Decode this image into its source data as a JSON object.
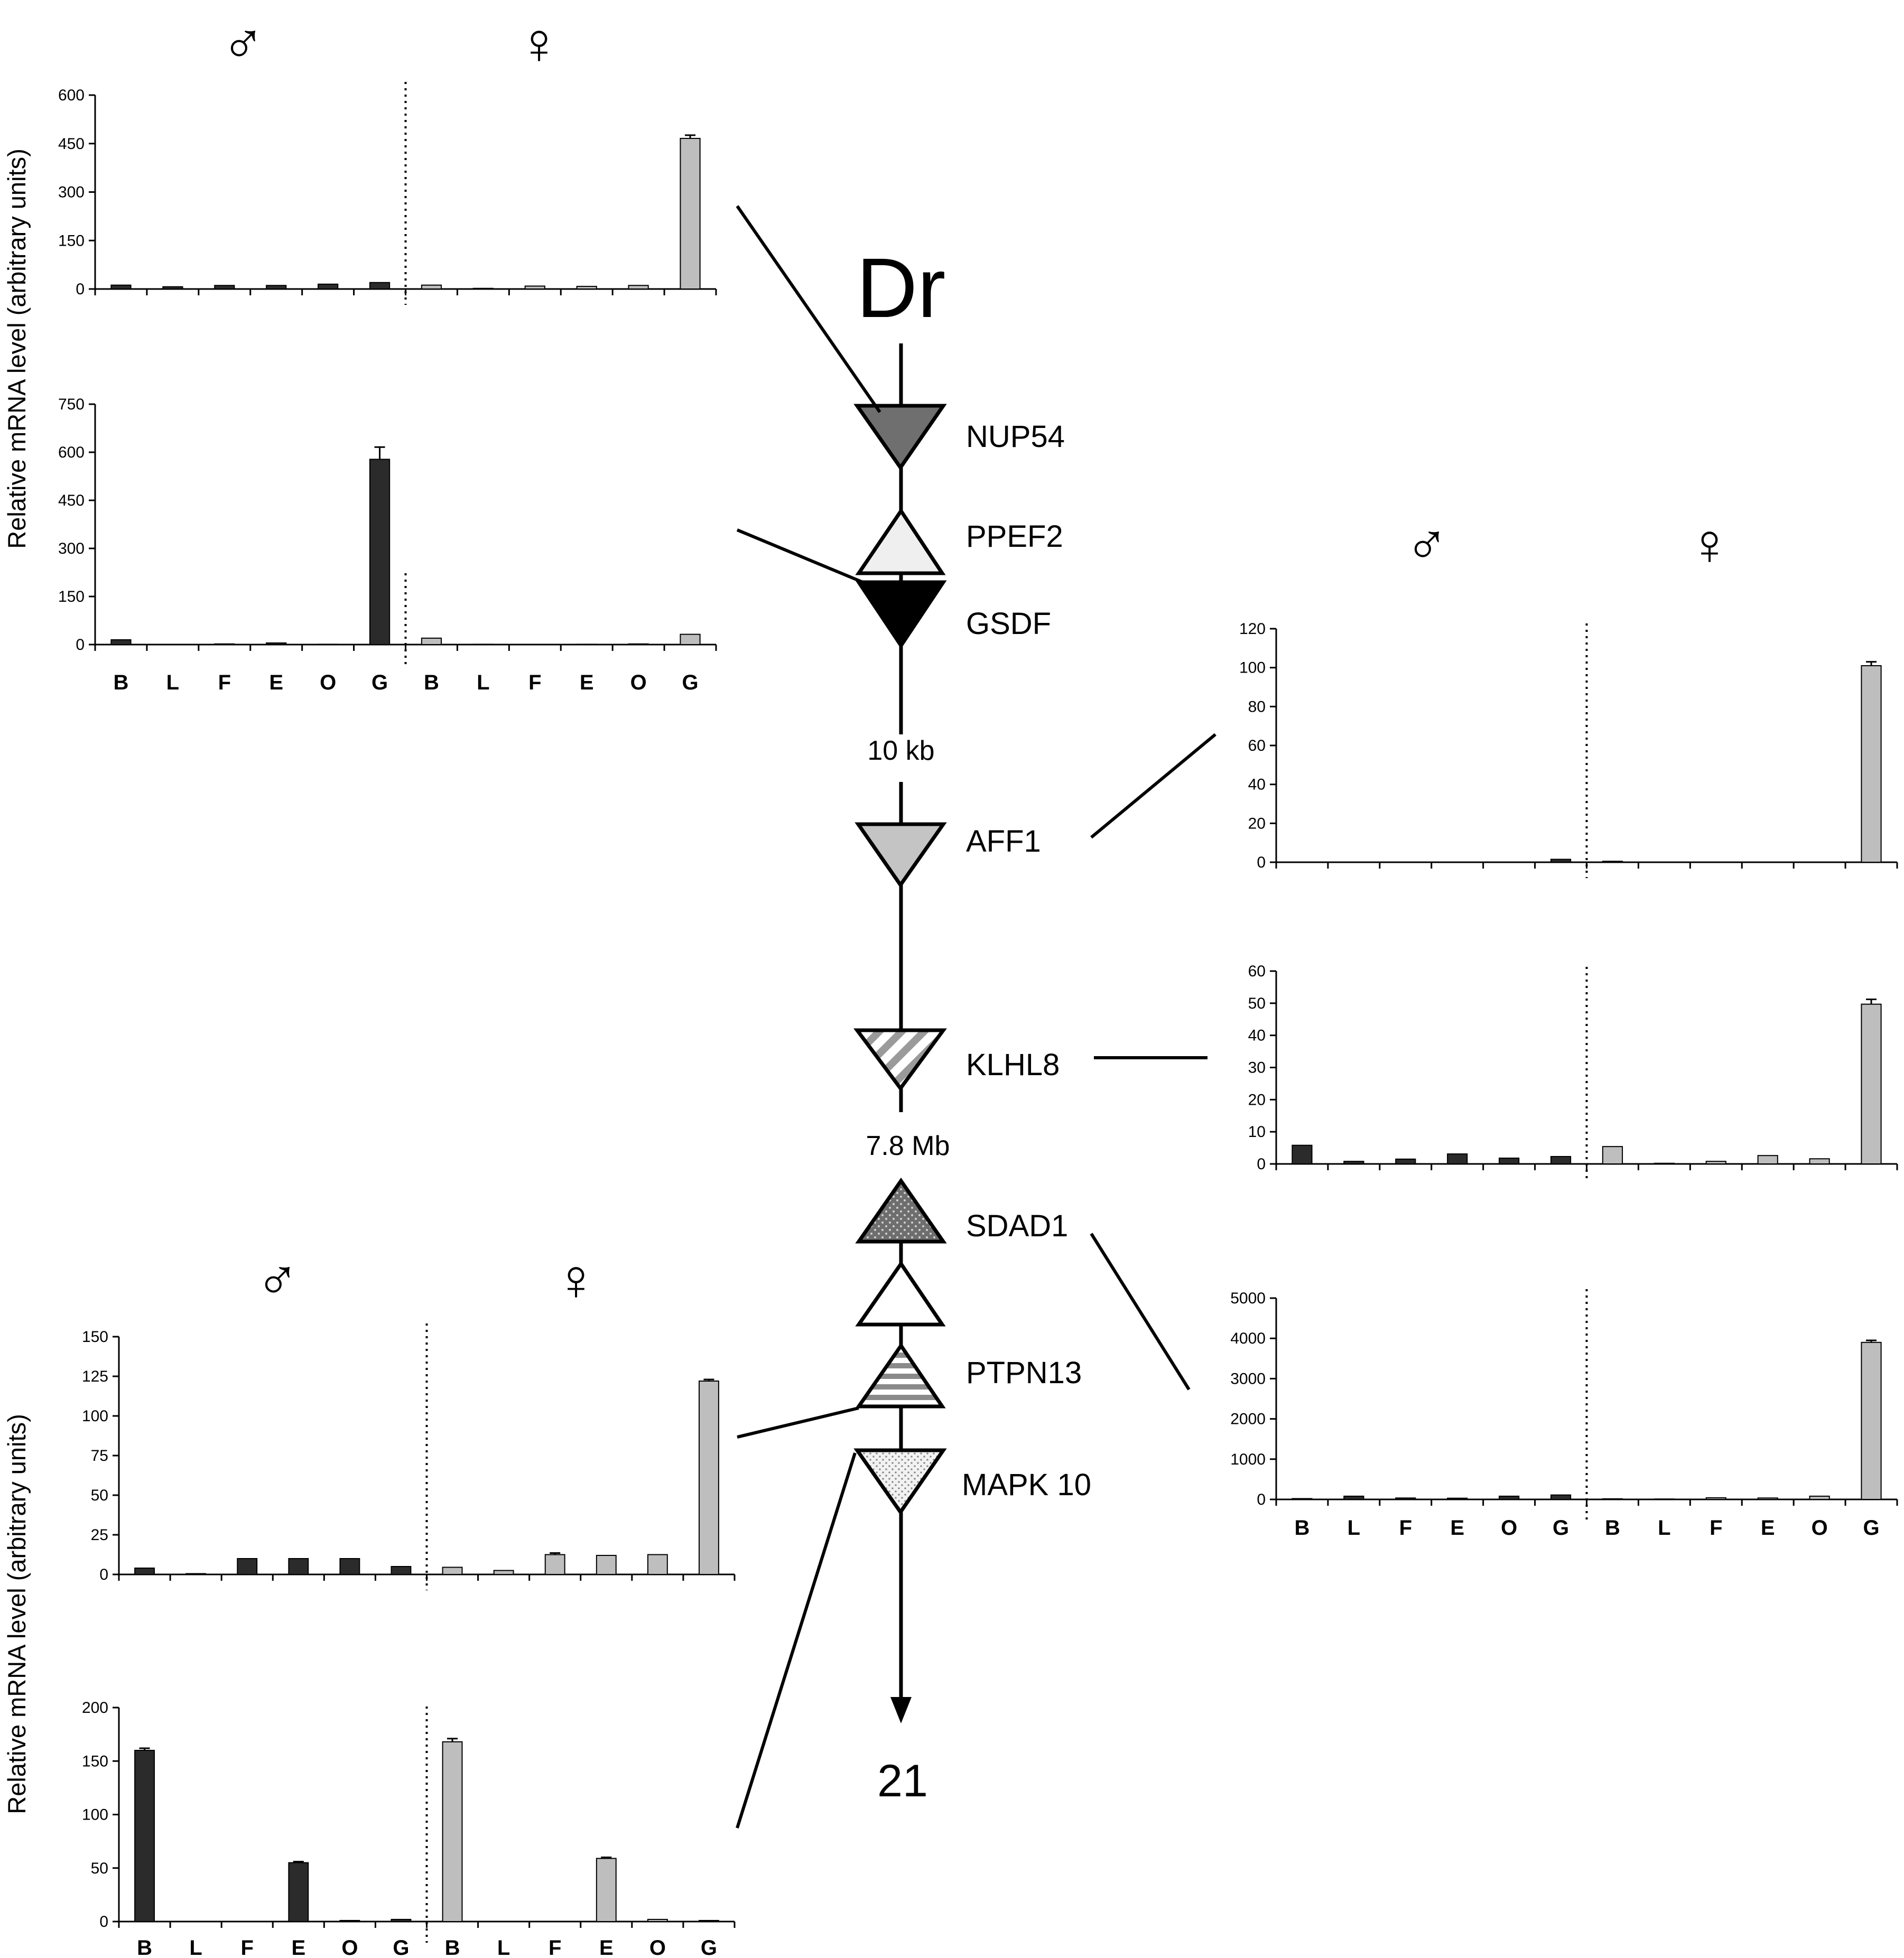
{
  "chromosome": {
    "title": "Dr",
    "end_label": "21",
    "genes": [
      {
        "name": "NUP54",
        "pattern": "dark-gray",
        "orientation": "down"
      },
      {
        "name": "PPEF2",
        "pattern": "light-gray",
        "orientation": "up"
      },
      {
        "name": "GSDF",
        "pattern": "black",
        "orientation": "down"
      },
      {
        "name": "AFF1",
        "pattern": "mid-gray",
        "orientation": "down"
      },
      {
        "name": "KLHL8",
        "pattern": "diagonal-stripes",
        "orientation": "down"
      },
      {
        "name": "SDAD1",
        "pattern": "dark-dots",
        "orientation": "up"
      },
      {
        "name": "",
        "pattern": "white",
        "orientation": "up"
      },
      {
        "name": "PTPN13",
        "pattern": "horizontal-stripes",
        "orientation": "up"
      },
      {
        "name": "MAPK 10",
        "pattern": "light-dots",
        "orientation": "down"
      }
    ],
    "distances": [
      "10 kb",
      "7.8 Mb"
    ]
  },
  "sex_symbols": {
    "male": "♂",
    "female": "♀"
  },
  "colors": {
    "male_bar": "#2b2b2b",
    "female_bar": "#bebebe",
    "axis": "#000000"
  },
  "ylabel": "Relative mRNA level (arbitrary units)",
  "chart_data": [
    {
      "type": "bar",
      "gene": "NUP54",
      "categories": [
        "B",
        "L",
        "F",
        "E",
        "O",
        "G",
        "B",
        "L",
        "F",
        "E",
        "O",
        "G"
      ],
      "series": [
        {
          "name": "♂",
          "values": [
            12,
            7,
            11,
            11,
            15,
            20,
            null,
            null,
            null,
            null,
            null,
            null
          ]
        },
        {
          "name": "♀",
          "values": [
            null,
            null,
            null,
            null,
            null,
            null,
            12,
            2,
            9,
            8,
            11,
            466
          ]
        }
      ],
      "error": [
        0,
        0,
        0,
        0,
        0,
        0,
        0,
        0,
        0,
        0,
        0,
        10
      ],
      "yticks": [
        0,
        150,
        300,
        450,
        600
      ],
      "ylim": [
        0,
        600
      ]
    },
    {
      "type": "bar",
      "gene": "GSDF",
      "categories": [
        "B",
        "L",
        "F",
        "E",
        "O",
        "G",
        "B",
        "L",
        "F",
        "E",
        "O",
        "G"
      ],
      "series": [
        {
          "name": "♂",
          "values": [
            15,
            0,
            2,
            5,
            1,
            578,
            null,
            null,
            null,
            null,
            null,
            null
          ]
        },
        {
          "name": "♀",
          "values": [
            null,
            null,
            null,
            null,
            null,
            null,
            20,
            1,
            0,
            1,
            2,
            32
          ]
        }
      ],
      "error": [
        0,
        0,
        0,
        0,
        0,
        38,
        0,
        0,
        0,
        0,
        0,
        0
      ],
      "yticks": [
        0,
        150,
        300,
        450,
        600,
        750
      ],
      "ylim": [
        0,
        750
      ]
    },
    {
      "type": "bar",
      "gene": "AFF1",
      "categories": [
        "B",
        "L",
        "F",
        "E",
        "O",
        "G",
        "B",
        "L",
        "F",
        "E",
        "O",
        "G"
      ],
      "series": [
        {
          "name": "♂",
          "values": [
            0,
            0,
            0,
            0,
            0,
            1.5,
            null,
            null,
            null,
            null,
            null,
            null
          ]
        },
        {
          "name": "♀",
          "values": [
            null,
            null,
            null,
            null,
            null,
            null,
            0.5,
            0,
            0,
            0,
            0,
            101
          ]
        }
      ],
      "error": [
        0,
        0,
        0,
        0,
        0,
        0,
        0,
        0,
        0,
        0,
        0,
        2
      ],
      "yticks": [
        0,
        20,
        40,
        60,
        80,
        100,
        120
      ],
      "ylim": [
        0,
        120
      ]
    },
    {
      "type": "bar",
      "gene": "KLHL8",
      "categories": [
        "B",
        "L",
        "F",
        "E",
        "O",
        "G",
        "B",
        "L",
        "F",
        "E",
        "O",
        "G"
      ],
      "series": [
        {
          "name": "♂",
          "values": [
            5.8,
            0.8,
            1.5,
            3.1,
            1.8,
            2.3,
            null,
            null,
            null,
            null,
            null,
            null
          ]
        },
        {
          "name": "♀",
          "values": [
            null,
            null,
            null,
            null,
            null,
            null,
            5.4,
            0.2,
            0.8,
            2.6,
            1.6,
            49.7
          ]
        }
      ],
      "error": [
        0,
        0,
        0,
        0,
        0,
        0,
        0,
        0,
        0,
        0,
        0,
        1.5
      ],
      "yticks": [
        0,
        10,
        20,
        30,
        40,
        50,
        60
      ],
      "ylim": [
        0,
        60
      ]
    },
    {
      "type": "bar",
      "gene": "SDAD1",
      "categories": [
        "B",
        "L",
        "F",
        "E",
        "O",
        "G",
        "B",
        "L",
        "F",
        "E",
        "O",
        "G"
      ],
      "series": [
        {
          "name": "♂",
          "values": [
            20,
            80,
            35,
            30,
            80,
            110,
            null,
            null,
            null,
            null,
            null,
            null
          ]
        },
        {
          "name": "♀",
          "values": [
            null,
            null,
            null,
            null,
            null,
            null,
            15,
            10,
            40,
            35,
            80,
            3900
          ]
        }
      ],
      "error": [
        0,
        0,
        0,
        0,
        0,
        0,
        0,
        0,
        0,
        0,
        0,
        50
      ],
      "yticks": [
        0,
        1000,
        2000,
        3000,
        4000,
        5000
      ],
      "ylim": [
        0,
        5000
      ]
    },
    {
      "type": "bar",
      "gene": "PTPN13",
      "categories": [
        "B",
        "L",
        "F",
        "E",
        "O",
        "G",
        "B",
        "L",
        "F",
        "E",
        "O",
        "G"
      ],
      "series": [
        {
          "name": "♂",
          "values": [
            4,
            0.5,
            10,
            10,
            10,
            5,
            null,
            null,
            null,
            null,
            null,
            null
          ]
        },
        {
          "name": "♀",
          "values": [
            null,
            null,
            null,
            null,
            null,
            null,
            4.5,
            2.5,
            12.5,
            12,
            12.5,
            122
          ]
        }
      ],
      "error": [
        0,
        0,
        0,
        0,
        0,
        0,
        0,
        0,
        1,
        0,
        0,
        1
      ],
      "yticks": [
        0,
        25,
        50,
        75,
        100,
        125,
        150
      ],
      "ylim": [
        0,
        150
      ]
    },
    {
      "type": "bar",
      "gene": "MAPK 10",
      "categories": [
        "B",
        "L",
        "F",
        "E",
        "O",
        "G",
        "B",
        "L",
        "F",
        "E",
        "O",
        "G"
      ],
      "series": [
        {
          "name": "♂",
          "values": [
            160,
            0,
            0,
            55,
            1,
            2,
            null,
            null,
            null,
            null,
            null,
            null
          ]
        },
        {
          "name": "♀",
          "values": [
            null,
            null,
            null,
            null,
            null,
            null,
            168,
            0,
            0,
            59,
            2,
            1
          ]
        }
      ],
      "error": [
        2,
        0,
        0,
        1,
        0,
        0,
        3,
        0,
        0,
        1,
        0,
        0
      ],
      "yticks": [
        0,
        50,
        100,
        150,
        200
      ],
      "ylim": [
        0,
        200
      ]
    }
  ]
}
